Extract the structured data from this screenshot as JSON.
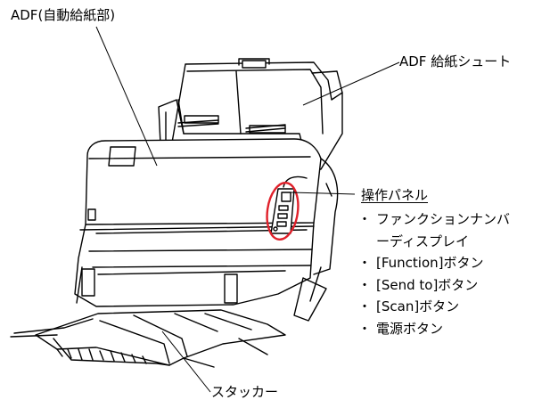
{
  "labels": {
    "adf": "ADF(自動給紙部)",
    "adf_chute": "ADF 給紙シュート",
    "operator_panel": "操作パネル",
    "stacker": "スタッカー"
  },
  "operator_panel_items": [
    "ファンクションナンバ",
    "ーディスプレイ",
    "[Function]ボタン",
    "[Send to]ボタン",
    "[Scan]ボタン",
    "電源ボタン"
  ],
  "bullets": [
    "・",
    "",
    "・",
    "・",
    "・",
    "・"
  ],
  "colors": {
    "line": "#000000",
    "highlight": "#e0202a",
    "background": "#ffffff"
  }
}
